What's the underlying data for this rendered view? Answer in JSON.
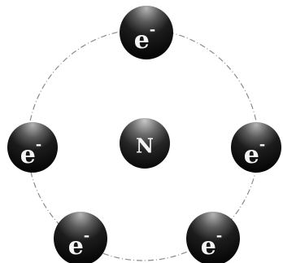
{
  "nucleus": {
    "label": "N"
  },
  "electron_symbol": "e",
  "electron_charge": "-",
  "electrons": [
    {
      "id": "top"
    },
    {
      "id": "right"
    },
    {
      "id": "bottom-right"
    },
    {
      "id": "bottom-left"
    },
    {
      "id": "left"
    }
  ],
  "colors": {
    "background": "#ffffff",
    "orbit": "#8a8a8a",
    "sphere_dark": "#0b0b0b",
    "sphere_light": "#9a9a9a",
    "label": "#f4f4f4"
  }
}
